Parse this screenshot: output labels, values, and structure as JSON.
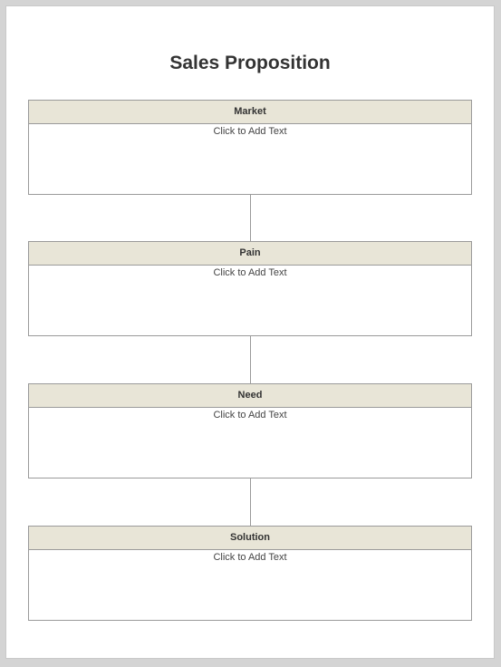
{
  "title": "Sales Proposition",
  "blocks": [
    {
      "header": "Market",
      "body": "Click to Add Text"
    },
    {
      "header": "Pain",
      "body": "Click to Add Text"
    },
    {
      "header": "Need",
      "body": "Click to Add Text"
    },
    {
      "header": "Solution",
      "body": "Click to Add Text"
    }
  ],
  "colors": {
    "header_fill": "#e8e5d7",
    "border": "#9a9a9a",
    "title_text": "#333333"
  }
}
